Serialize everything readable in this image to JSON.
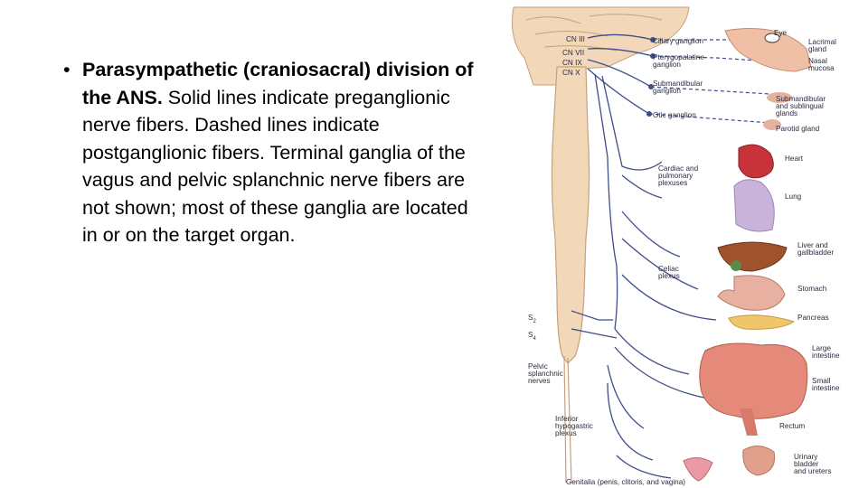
{
  "slide": {
    "bullet": "•",
    "text_bold": "Parasympathetic (craniosacral) division of the ANS.",
    "text_rest": "  Solid lines indicate preganglionic nerve fibers. Dashed lines indicate postganglionic fibers. Terminal ganglia of the vagus and pelvic splanchnic nerve fibers are not shown; most of these ganglia are located in or on the target organ."
  },
  "figure": {
    "colors": {
      "spine": "#f2d8b8",
      "spine_edge": "#c7a07a",
      "nerve": "#3f4d8a",
      "heart": "#c8323a",
      "lung": "#c9b3da",
      "liver": "#a0522d",
      "stomach": "#e8b0a0",
      "pancreas": "#f1c56a",
      "intestine": "#e58a7a",
      "bladder": "#e0a08c"
    },
    "labels": {
      "cn3": "CN III",
      "cn7": "CN VII",
      "cn9": "CN IX",
      "cn10": "CN X",
      "ciliary": "Ciliary ganglion",
      "pterygo1": "Pterygopalatine",
      "pterygo2": "ganglion",
      "submand1": "Submandibular",
      "submand2": "ganglion",
      "otic": "Otic ganglion",
      "eye": "Eye",
      "lacrimal1": "Lacrimal",
      "lacrimal2": "gland",
      "nasal1": "Nasal",
      "nasal2": "mucosa",
      "salivary1": "Submandibular",
      "salivary2": "and sublingual",
      "salivary3": "glands",
      "parotid": "Parotid gland",
      "cardiac1": "Cardiac and",
      "cardiac2": "pulmonary",
      "cardiac3": "plexuses",
      "heart": "Heart",
      "lung": "Lung",
      "liver1": "Liver and",
      "liver2": "gallbladder",
      "celiac1": "Celiac",
      "celiac2": "plexus",
      "stomach": "Stomach",
      "pancreas": "Pancreas",
      "s2": "S",
      "s2sub": "2",
      "s4": "S",
      "s4sub": "4",
      "large1": "Large",
      "large2": "intestine",
      "small1": "Small",
      "small2": "intestine",
      "pelvic1": "Pelvic",
      "pelvic2": "splanchnic",
      "pelvic3": "nerves",
      "inferior1": "Inferior",
      "inferior2": "hypogastric",
      "inferior3": "plexus",
      "rectum": "Rectum",
      "urinary1": "Urinary",
      "urinary2": "bladder",
      "urinary3": "and ureters",
      "genitalia": "Genitalia (penis, clitoris, and vagina)"
    }
  }
}
